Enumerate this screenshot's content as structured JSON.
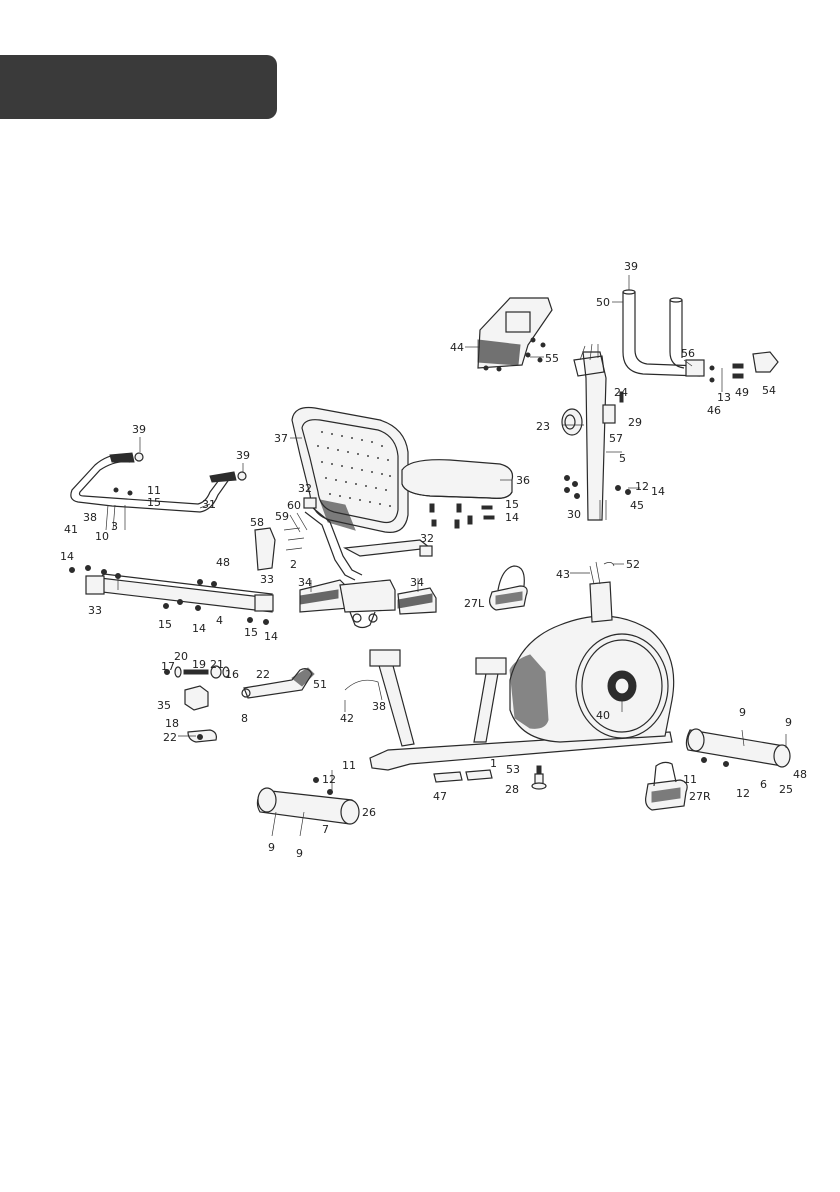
{
  "header": {
    "tab_color": "#3a3a3a"
  },
  "diagram": {
    "callouts": [
      {
        "id": "c39a",
        "text": "39"
      },
      {
        "id": "c50",
        "text": "50"
      },
      {
        "id": "c44",
        "text": "44"
      },
      {
        "id": "c55",
        "text": "55"
      },
      {
        "id": "c56",
        "text": "56"
      },
      {
        "id": "c54",
        "text": "54"
      },
      {
        "id": "c49",
        "text": "49"
      },
      {
        "id": "c13",
        "text": "13"
      },
      {
        "id": "c46",
        "text": "46"
      },
      {
        "id": "c24",
        "text": "24"
      },
      {
        "id": "c29",
        "text": "29"
      },
      {
        "id": "c23",
        "text": "23"
      },
      {
        "id": "c57",
        "text": "57"
      },
      {
        "id": "c5",
        "text": "5"
      },
      {
        "id": "c12a",
        "text": "12"
      },
      {
        "id": "c14a",
        "text": "14"
      },
      {
        "id": "c30",
        "text": "30"
      },
      {
        "id": "c45",
        "text": "45"
      },
      {
        "id": "c36",
        "text": "36"
      },
      {
        "id": "c15a",
        "text": "15"
      },
      {
        "id": "c14b",
        "text": "14"
      },
      {
        "id": "c37",
        "text": "37"
      },
      {
        "id": "c39b",
        "text": "39"
      },
      {
        "id": "c39c",
        "text": "39"
      },
      {
        "id": "c11a",
        "text": "11"
      },
      {
        "id": "c15b",
        "text": "15"
      },
      {
        "id": "c31",
        "text": "31"
      },
      {
        "id": "c38a",
        "text": "38"
      },
      {
        "id": "c41",
        "text": "41"
      },
      {
        "id": "c3",
        "text": "3"
      },
      {
        "id": "c10",
        "text": "10"
      },
      {
        "id": "c32a",
        "text": "32"
      },
      {
        "id": "c60",
        "text": "60"
      },
      {
        "id": "c59",
        "text": "59"
      },
      {
        "id": "c58",
        "text": "58"
      },
      {
        "id": "c32b",
        "text": "32"
      },
      {
        "id": "c2",
        "text": "2"
      },
      {
        "id": "c48a",
        "text": "48"
      },
      {
        "id": "c14c",
        "text": "14"
      },
      {
        "id": "c33a",
        "text": "33"
      },
      {
        "id": "c33b",
        "text": "33"
      },
      {
        "id": "c4",
        "text": "4"
      },
      {
        "id": "c15c",
        "text": "15"
      },
      {
        "id": "c14d",
        "text": "14"
      },
      {
        "id": "c15d",
        "text": "15"
      },
      {
        "id": "c14e",
        "text": "14"
      },
      {
        "id": "c34a",
        "text": "34"
      },
      {
        "id": "c34b",
        "text": "34"
      },
      {
        "id": "c43",
        "text": "43"
      },
      {
        "id": "c52",
        "text": "52"
      },
      {
        "id": "c27L",
        "text": "27L"
      },
      {
        "id": "c17",
        "text": "17"
      },
      {
        "id": "c20",
        "text": "20"
      },
      {
        "id": "c19",
        "text": "19"
      },
      {
        "id": "c21",
        "text": "21"
      },
      {
        "id": "c16",
        "text": "16"
      },
      {
        "id": "c22a",
        "text": "22"
      },
      {
        "id": "c51",
        "text": "51"
      },
      {
        "id": "c35",
        "text": "35"
      },
      {
        "id": "c8",
        "text": "8"
      },
      {
        "id": "c18",
        "text": "18"
      },
      {
        "id": "c22b",
        "text": "22"
      },
      {
        "id": "c42",
        "text": "42"
      },
      {
        "id": "c38b",
        "text": "38"
      },
      {
        "id": "c40",
        "text": "40"
      },
      {
        "id": "c9a",
        "text": "9"
      },
      {
        "id": "c9b",
        "text": "9"
      },
      {
        "id": "c48b",
        "text": "48"
      },
      {
        "id": "c11b",
        "text": "11"
      },
      {
        "id": "c12b",
        "text": "12"
      },
      {
        "id": "c6",
        "text": "6"
      },
      {
        "id": "c25",
        "text": "25"
      },
      {
        "id": "c27R",
        "text": "27R"
      },
      {
        "id": "c53",
        "text": "53"
      },
      {
        "id": "c1",
        "text": "1"
      },
      {
        "id": "c47",
        "text": "47"
      },
      {
        "id": "c28",
        "text": "28"
      },
      {
        "id": "c12c",
        "text": "12"
      },
      {
        "id": "c11c",
        "text": "11"
      },
      {
        "id": "c26",
        "text": "26"
      },
      {
        "id": "c7",
        "text": "7"
      },
      {
        "id": "c9c",
        "text": "9"
      },
      {
        "id": "c9d",
        "text": "9"
      }
    ]
  }
}
